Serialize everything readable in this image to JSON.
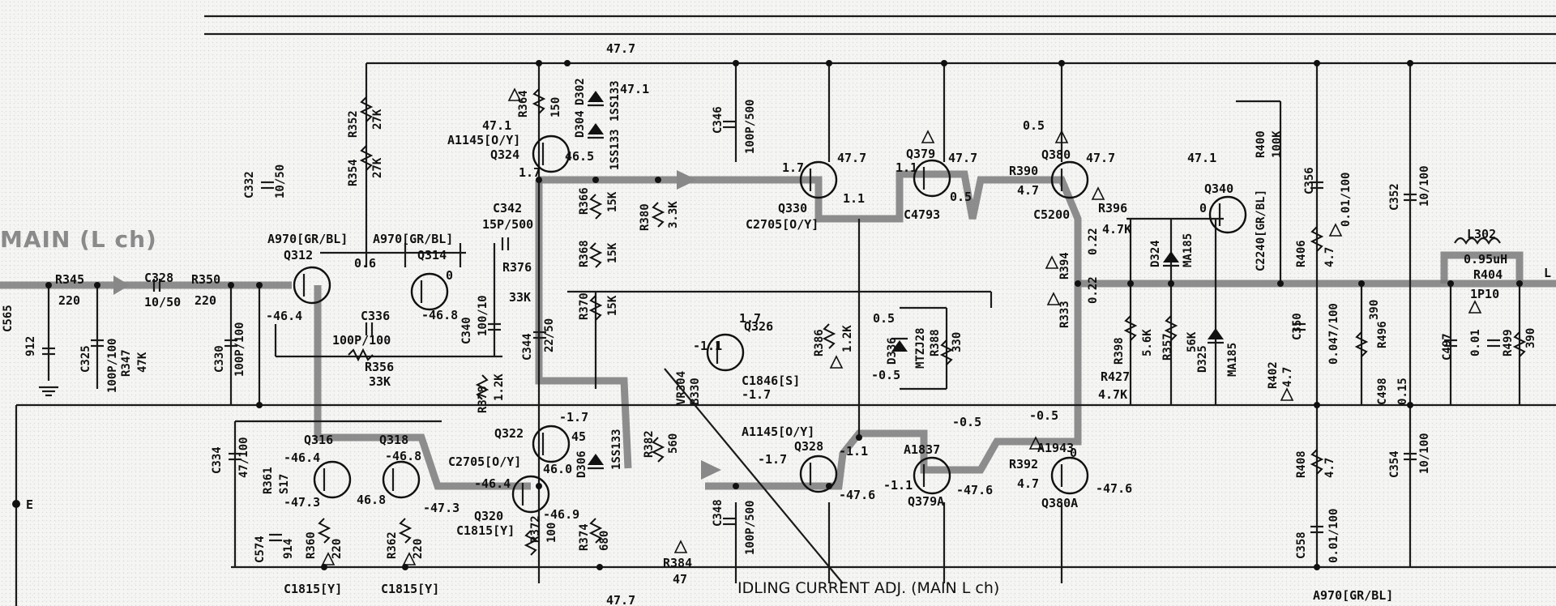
{
  "title": "MAIN (L ch)",
  "idle_note": "IDLING CURRENT ADJ. (MAIN L ch)",
  "terminals": {
    "left_e": "E",
    "right_l": "L"
  },
  "rails": {
    "top_voltage": "47.7",
    "bottom_voltage": "47.7"
  },
  "components": {
    "r345": "R345",
    "r345v": "220",
    "c328": "C328",
    "c328v": "10/50",
    "r350": "R350",
    "r350v": "220",
    "c565": "C565",
    "c565v": "912",
    "c325": "C325",
    "c325v": "100P/100",
    "r347": "R347",
    "r347v": "47K",
    "c330": "C330",
    "c330v": "100P/100",
    "c332": "C332",
    "c332v": "10/50",
    "r352": "R352",
    "r352v": "27K",
    "r354": "R354",
    "r354v": "27K",
    "q312": "Q312",
    "q312t": "A970[GR/BL]",
    "q314": "Q314",
    "q314t": "A970[GR/BL]",
    "c336": "C336",
    "c336v": "100P/100",
    "r356": "R356",
    "r356v": "33K",
    "c340": "C340",
    "c340v": "100/10",
    "r378": "R378",
    "r378v": "1.2K",
    "c342": "C342",
    "c342v": "15P/500",
    "r376": "R376",
    "r376v": "33K",
    "c344": "C344",
    "c344v": "22/50",
    "q324": "Q324",
    "q324t": "A1145[O/Y]",
    "r364": "R364",
    "r364v": "150",
    "d302": "D302",
    "d302t": "1SS133",
    "d304": "D304",
    "d304t": "1SS133",
    "r366": "R366",
    "r366v": "15K",
    "r368": "R368",
    "r368v": "15K",
    "r370": "R370",
    "r370v": "15K",
    "r380": "R380",
    "r380v": "3.3K",
    "c346": "C346",
    "c346v": "100P/500",
    "q330": "Q330",
    "q330t": "C2705[O/Y]",
    "q326": "Q326",
    "q326t": "C1846[S]",
    "vr304": "VR304",
    "vr304v": "B330",
    "r382": "R382",
    "r382v": "560",
    "q322": "Q322",
    "q322t": "C2705[O/Y]",
    "d306": "D306",
    "d306t": "1SS133",
    "q320": "Q320",
    "q320t": "C1815[Y]",
    "r372": "R372",
    "r372v": "100",
    "r374": "R374",
    "r374v": "680",
    "r384": "R384",
    "r384v": "47",
    "c348": "C348",
    "c348v": "100P/500",
    "q328": "Q328",
    "q328t": "A1145[O/Y]",
    "q379": "Q379",
    "q379t": "C4793",
    "q379a": "Q379A",
    "q379at": "A1837",
    "r386": "R386",
    "r386v": "1.2K",
    "d336": "D336",
    "d336t": "MTZJ28",
    "r388": "R388",
    "r388v": "330",
    "q380": "Q380",
    "q380t": "C5200",
    "q380a": "Q380A",
    "q380at": "A1943",
    "r390": "R390",
    "r390v": "4.7",
    "r392": "R392",
    "r392v": "4.7",
    "r394": "R394",
    "r394v": "0.22",
    "r333": "R333",
    "r333v": "0.22",
    "r396": "R396",
    "r396v": "4.7K",
    "r398": "R398",
    "r398v": "5.6K",
    "r427": "R427",
    "r427v": "4.7K",
    "r357": "R357",
    "r357v": "56K",
    "d324": "D324",
    "d324t": "MA185",
    "d325": "D325",
    "d325t": "MA185",
    "q340": "Q340",
    "q340t": "C2240[GR/BL]",
    "r400": "R400",
    "r400v": "100K",
    "c356": "C356",
    "c356v": "0.01/100",
    "r406": "R406",
    "r406v": "4.7",
    "c350": "C350",
    "c350v": "0.047/100",
    "r402": "R402",
    "r402v": "4.7",
    "c352": "C352",
    "c352v": "10/100",
    "c354": "C354",
    "c354v": "10/100",
    "r408": "R408",
    "r408v": "4.7",
    "c358": "C358",
    "c358v": "0.01/100",
    "l302": "L302",
    "l302v": "0.95uH",
    "r404": "R404",
    "r404v": "1P10",
    "c498": "C498",
    "c498v": "0.15",
    "r496": "R496",
    "r496v": "390",
    "c497": "C497",
    "c497v": "0.01",
    "r499": "R499",
    "r499v": "390",
    "q316": "Q316",
    "q318": "Q318",
    "q316t": "C1815[Y]",
    "q318t": "C1815[Y]",
    "r361": "R361",
    "r361v": "S17",
    "c574": "C574",
    "c574v": "914",
    "r360": "R360",
    "r360v": "220",
    "r362": "R362",
    "r362v": "220",
    "c334": "C334",
    "c334v": "47/100",
    "bottom_right": "A970[GR/BL]"
  },
  "voltages": {
    "v1": "47.7",
    "v2": "47.1",
    "v3": "47.1",
    "v4": "46.5",
    "v5": "1.7",
    "v6": "0.6",
    "v7": "0",
    "v8": "-46.4",
    "v9": "-46.8",
    "v10": "1.7",
    "v11": "47.7",
    "v12": "1.1",
    "v13": "1.1",
    "v14": "47.7",
    "v15": "0.5",
    "v16": "0.5",
    "v17": "47.7",
    "v18": "47.1",
    "v19": "0",
    "v20": "1.7",
    "v21": "-1.1",
    "v22": "-1.7",
    "v23": "0.5",
    "v24": "-0.5",
    "v25": "-1.7",
    "v26": "45",
    "v27": "46.0",
    "v28": "-1.7",
    "v29": "-1.1",
    "v30": "-47.6",
    "v31": "-1.1",
    "v32": "-47.6",
    "v33": "-0.5",
    "v34": "-0.5",
    "v35": "-47.6",
    "v36": "-46.4",
    "v37": "-46.8",
    "v38": "-47.3",
    "v39": "46.8",
    "v40": "-47.3",
    "v41": "-46.4",
    "v42": "-46.9",
    "v43": "0"
  }
}
